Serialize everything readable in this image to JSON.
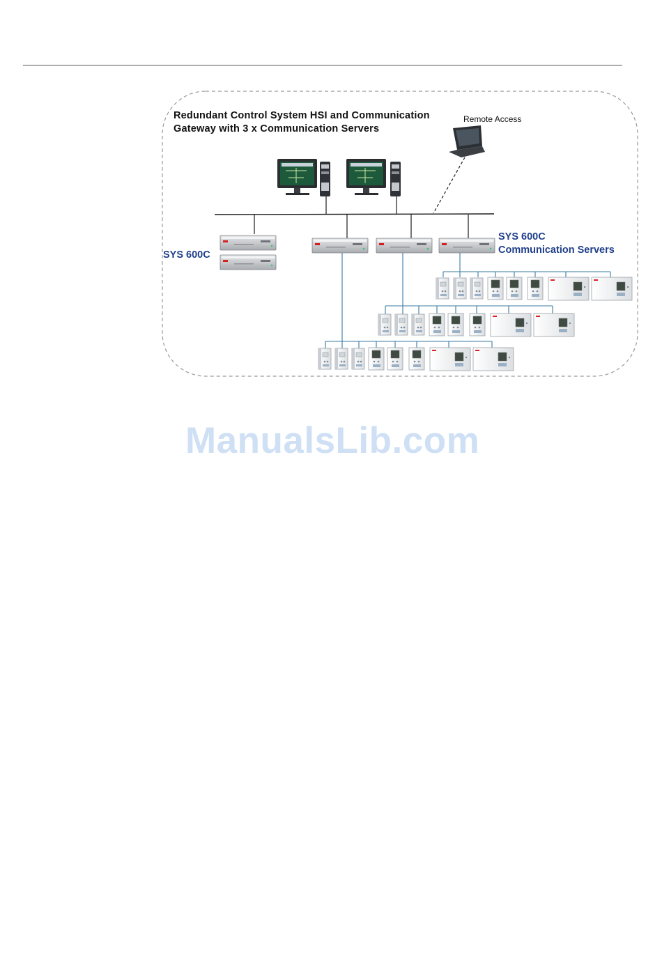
{
  "figure": {
    "title_line1": "Redundant Control System HSI and Communication",
    "title_line2": "Gateway with 3 x Communication Servers",
    "remote_access_label": "Remote Access",
    "sys_600c_label": "SYS 600C",
    "comm_servers_line1": "SYS 600C",
    "comm_servers_line2": "Communication Servers"
  },
  "watermark": "ManualsLib.com",
  "colors": {
    "label_blue": "#1f3f8a",
    "bus_line": "#1a1a1a",
    "field_bus": "#3a7aa0",
    "server_body": "#c8cacd",
    "ied_body": "#eceeef",
    "screen_green": "#2f6b4a",
    "watermark": "#cfe0f5"
  },
  "icons": [
    "workstation-icon",
    "pc-tower-icon",
    "laptop-icon",
    "rack-server-icon",
    "protection-relay-icon",
    "abb-logo-icon"
  ]
}
